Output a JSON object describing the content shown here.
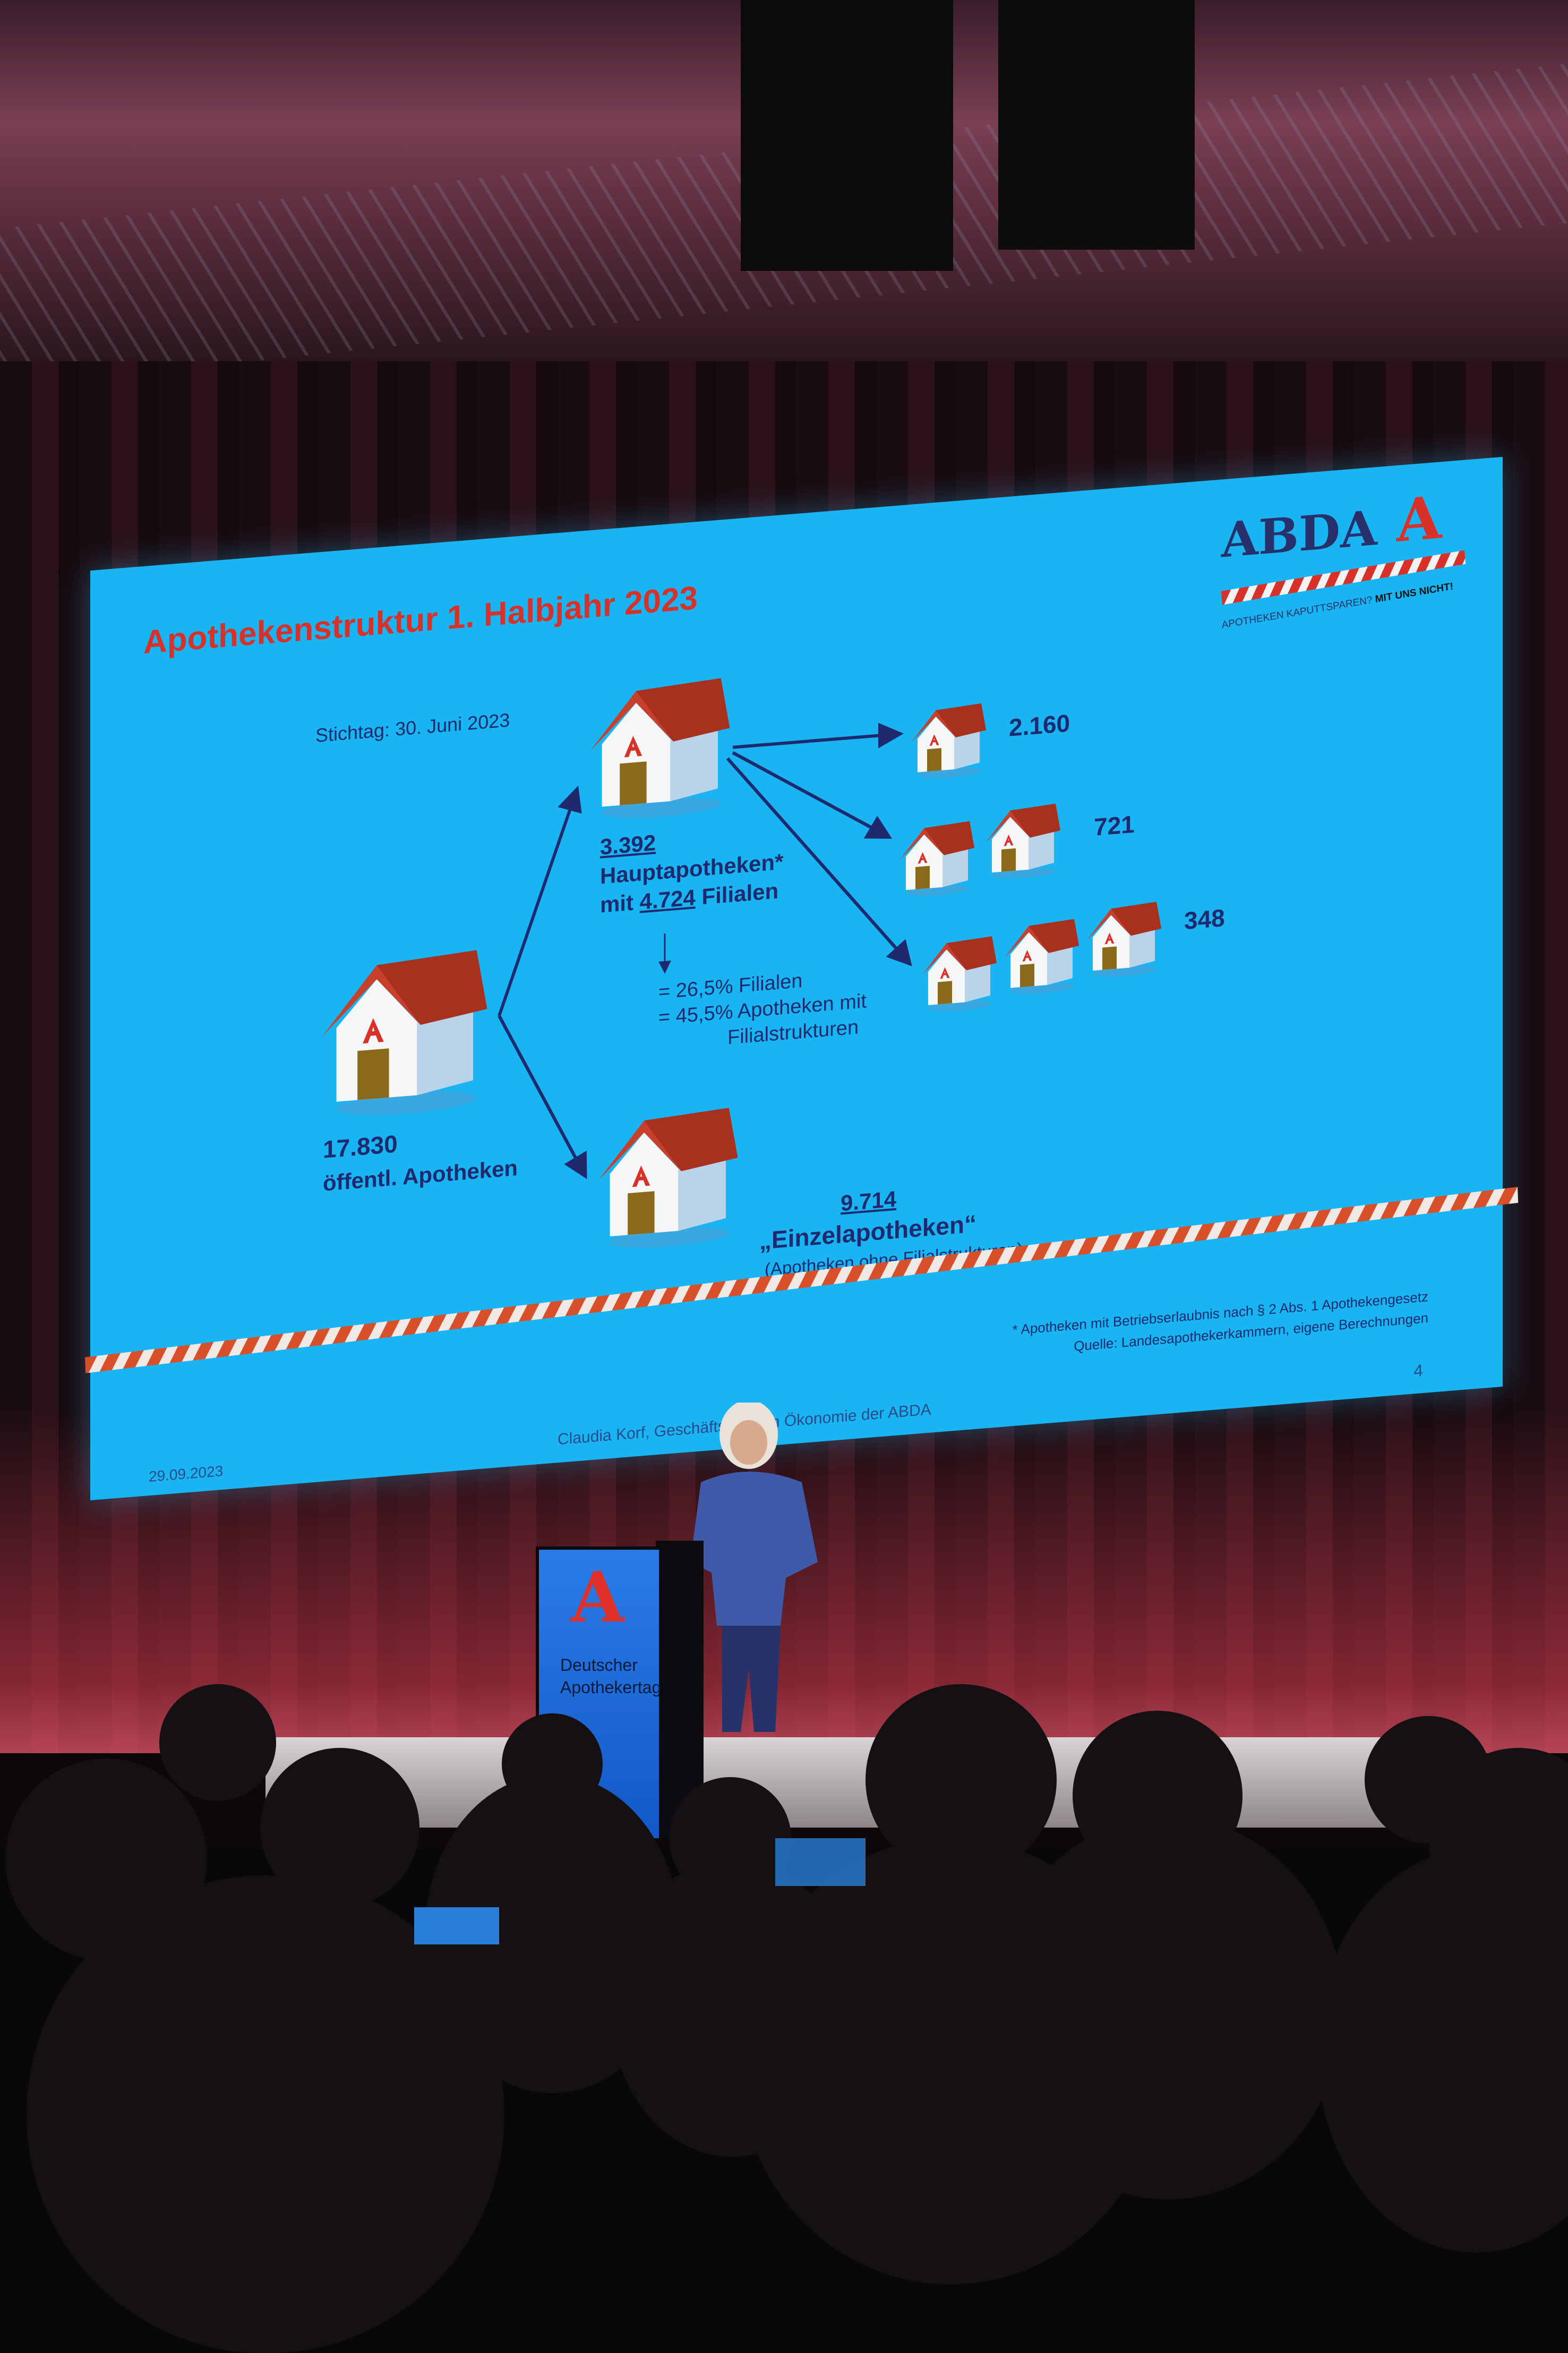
{
  "colors": {
    "slide_bg": "#19b4f2",
    "accent_red": "#d8312a",
    "navy": "#1f2a6e",
    "podium_blue": "#1a66d6"
  },
  "slide": {
    "title": "Apothekenstruktur 1. Halbjahr 2023",
    "reference_date": "Stichtag: 30. Juni 2023",
    "total": {
      "value": "17.830",
      "label": "öffentl. Apotheken"
    },
    "main": {
      "value": "3.392",
      "label": "Hauptapotheken*",
      "branches_prefix": "mit",
      "branches_value": "4.724",
      "branches_suffix": "Filialen"
    },
    "shares": {
      "line1": "= 26,5% Filialen",
      "line2": "= 45,5% Apotheken mit",
      "line3": "Filialstrukturen"
    },
    "groups": [
      {
        "branches": 1,
        "count": "2.160"
      },
      {
        "branches": 2,
        "count": "721"
      },
      {
        "branches": 3,
        "count": "348"
      }
    ],
    "single": {
      "value": "9.714",
      "label": "„Einzelapotheken“",
      "sub": "(Apotheken ohne Filialstrukturen)"
    },
    "footnote": "* Apotheken mit Betriebserlaubnis nach § 2 Abs. 1 Apothekengesetz",
    "source": "Quelle: Landesapothekerkammern, eigene Berechnungen",
    "date": "29.09.2023",
    "presenter": "Claudia Korf, Geschäftsführerin Ökonomie der ABDA",
    "page_number": "4",
    "logo": {
      "word": "ABDA",
      "symbol": "A",
      "tagline_a": "APOTHEKEN KAPUTTSPAREN?",
      "tagline_b": "MIT UNS NICHT!"
    }
  },
  "podium": {
    "symbol": "A",
    "line1": "Deutscher",
    "line2": "Apothekertag"
  }
}
